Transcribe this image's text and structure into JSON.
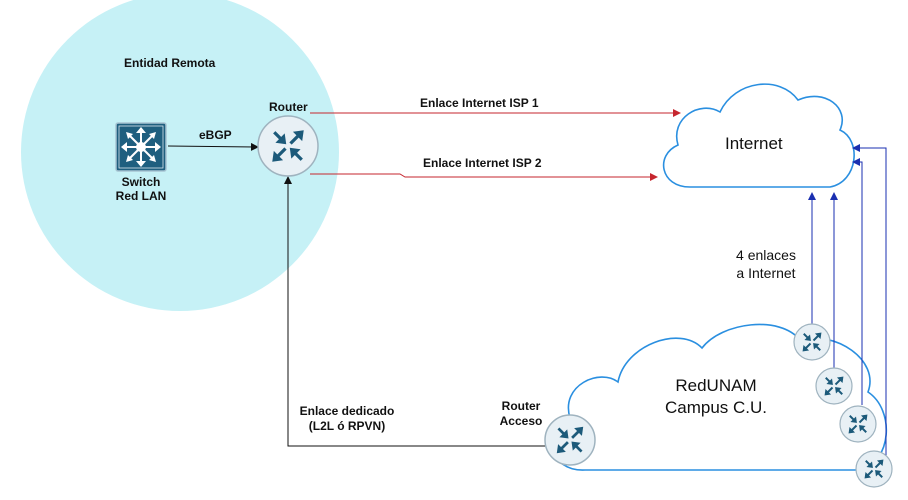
{
  "remote_site": {
    "title": "Entidad  Remota"
  },
  "switch": {
    "line1": "Switch",
    "line2": "Red LAN"
  },
  "router": {
    "label": "Router"
  },
  "links": {
    "ebgp": "eBGP",
    "isp1": "Enlace Internet ISP 1",
    "isp2": "Enlace Internet ISP 2",
    "dedicated_line1": "Enlace dedicado",
    "dedicated_line2": "(L2L ó RPVN)",
    "internet_links_line1": "4 enlaces",
    "internet_links_line2": "a Internet"
  },
  "internet": {
    "label": "Internet"
  },
  "redunam": {
    "line1": "RedUNAM",
    "line2": "Campus C.U."
  },
  "access_router": {
    "line1": "Router",
    "line2": "Acceso"
  },
  "colors": {
    "remote_area": "#c6f1f6",
    "cloud_stroke": "#2a8fe0",
    "router_fill": "#e8f0f5",
    "router_arrows": "#1c5a7a",
    "switch_fill": "#1f5f7f",
    "isp_link": "#c6262e",
    "internet_link": "#1a2fb0",
    "dedicated_link": "#111111"
  }
}
